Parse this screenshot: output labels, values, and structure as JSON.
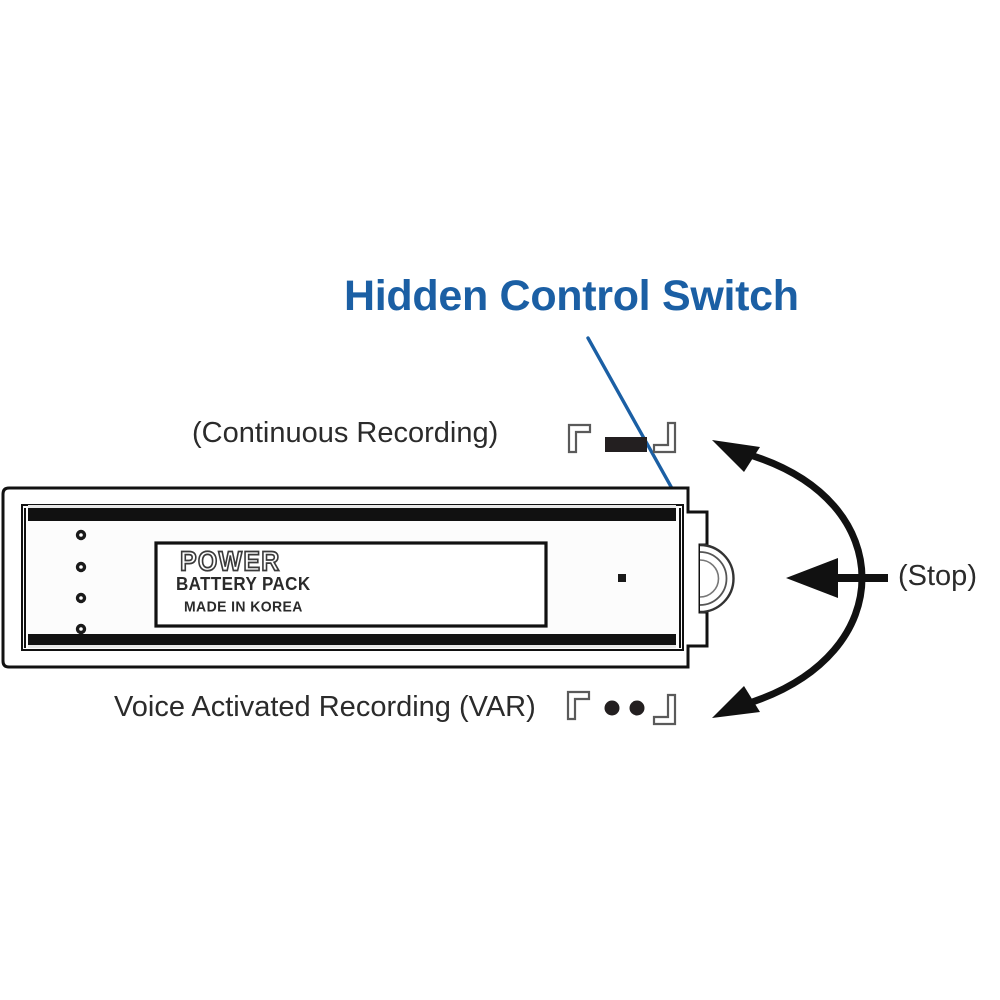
{
  "figure": {
    "type": "annotated-product-diagram",
    "subject": "Voice recorder battery pack with hidden control switch",
    "background_color": "#ffffff"
  },
  "callout": {
    "title": "Hidden Control Switch",
    "color": "#1b5fa4",
    "leader_line_color": "#1b5fa4"
  },
  "annotations": {
    "continuous": {
      "label": "(Continuous Recording)",
      "bracket_open": "「",
      "bracket_close": "」",
      "symbol": "solid-bar"
    },
    "var": {
      "label": "Voice Activated Recording (VAR)",
      "bracket_open": "「",
      "bracket_close": "」",
      "symbol": "two-dots"
    },
    "stop": {
      "label": "(Stop)",
      "symbol": "straight-arrow-left"
    }
  },
  "device": {
    "label_plate": {
      "line1": "POWER",
      "line2": "BATTERY PACK",
      "line3": "MADE IN KOREA"
    },
    "screw_hole_count": 4,
    "outline_color": "#111111",
    "body_fill": "#ffffff",
    "bevel_color": "#111111"
  },
  "arrows": {
    "curved_arc": "double-headed-rotation-arc",
    "stop_arrow": "arrow-left"
  }
}
